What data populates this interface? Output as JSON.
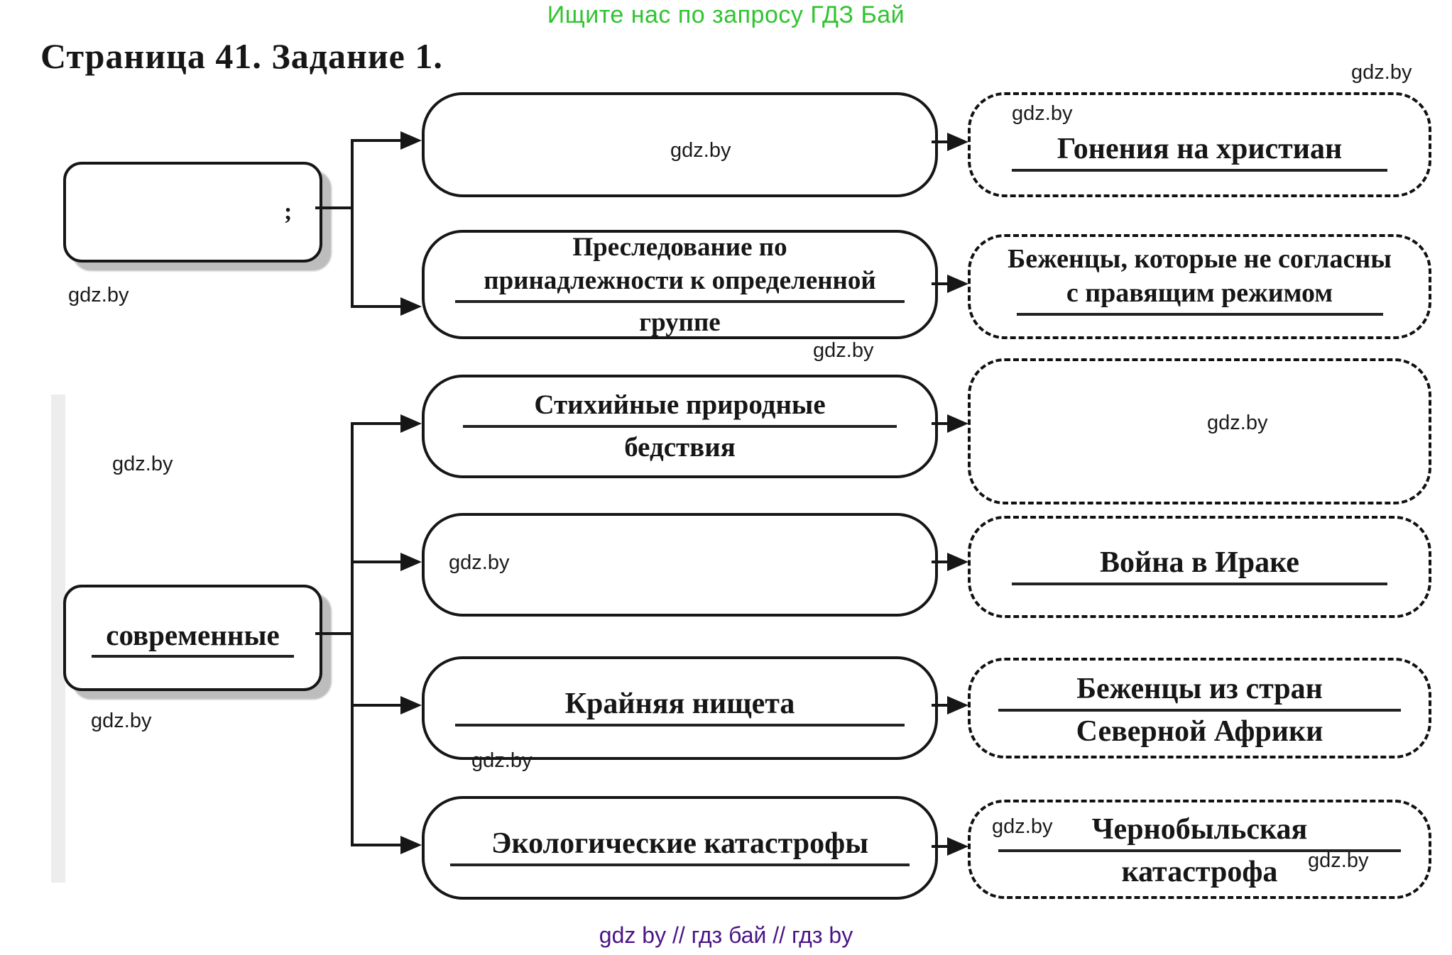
{
  "page": {
    "promo_banner": "Ищите нас по запросу ГДЗ Бай",
    "title": "Страница 41. Задание 1.",
    "watermark": "gdz.by",
    "footer": "gdz by  //  гдз бай  //  гдз by",
    "colors": {
      "promo_green": "#2fc42f",
      "footer_purple": "#4a1487",
      "ink_black": "#161616"
    }
  },
  "diagram": {
    "left_column": [
      {
        "label": "",
        "note": ";"
      },
      {
        "label": "современные"
      }
    ],
    "middle_column": [
      {
        "line1": ""
      },
      {
        "line1": "Преследование по",
        "line2": "принадлежности к определенной",
        "line3": "группе"
      },
      {
        "line1": "Стихийные природные",
        "line2": "бедствия"
      },
      {
        "line1": ""
      },
      {
        "line1": "Крайняя нищета"
      },
      {
        "line1": "Экологические катастрофы"
      }
    ],
    "right_column": [
      {
        "line1": "Гонения на христиан"
      },
      {
        "line1": "Беженцы, которые не согласны",
        "line2": "с правящим режимом"
      },
      {
        "line1": ""
      },
      {
        "line1": "Война в Ираке"
      },
      {
        "line1": "Беженцы из стран",
        "line2": "Северной Африки"
      },
      {
        "line1": "Чернобыльская",
        "line2": "катастрофа"
      }
    ]
  }
}
